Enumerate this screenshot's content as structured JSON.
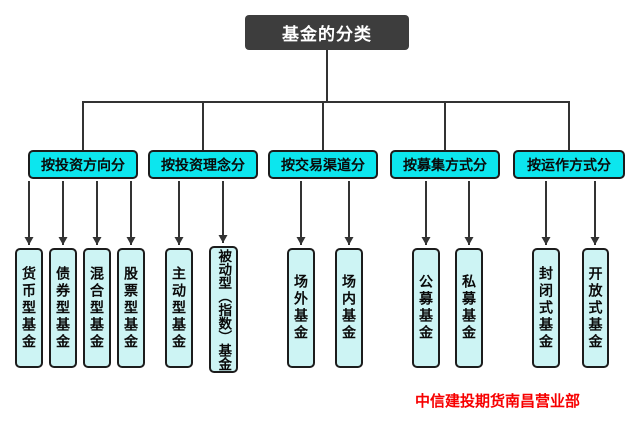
{
  "title": "基金的分类",
  "caption": "中信建投期货南昌营业部",
  "colors": {
    "root_bg": "#3d3d3d",
    "root_text": "#ffffff",
    "category_fill": "#0ce6ee",
    "leaf_fill": "#cdf4f4",
    "border": "#1c1c1c",
    "connector": "#333333",
    "caption_text": "#f70000",
    "background": "#ffffff"
  },
  "categories": [
    {
      "label": "按投资方向分",
      "children": [
        "货币型基金",
        "债券型基金",
        "混合型基金",
        "股票型基金"
      ]
    },
    {
      "label": "按投资理念分",
      "children": [
        "主动型基金",
        "被动型（指数）基金"
      ]
    },
    {
      "label": "按交易渠道分",
      "children": [
        "场外基金",
        "场内基金"
      ]
    },
    {
      "label": "按募集方式分",
      "children": [
        "公募基金",
        "私募基金"
      ]
    },
    {
      "label": "按运作方式分",
      "children": [
        "封闭式基金",
        "开放式基金"
      ]
    }
  ]
}
